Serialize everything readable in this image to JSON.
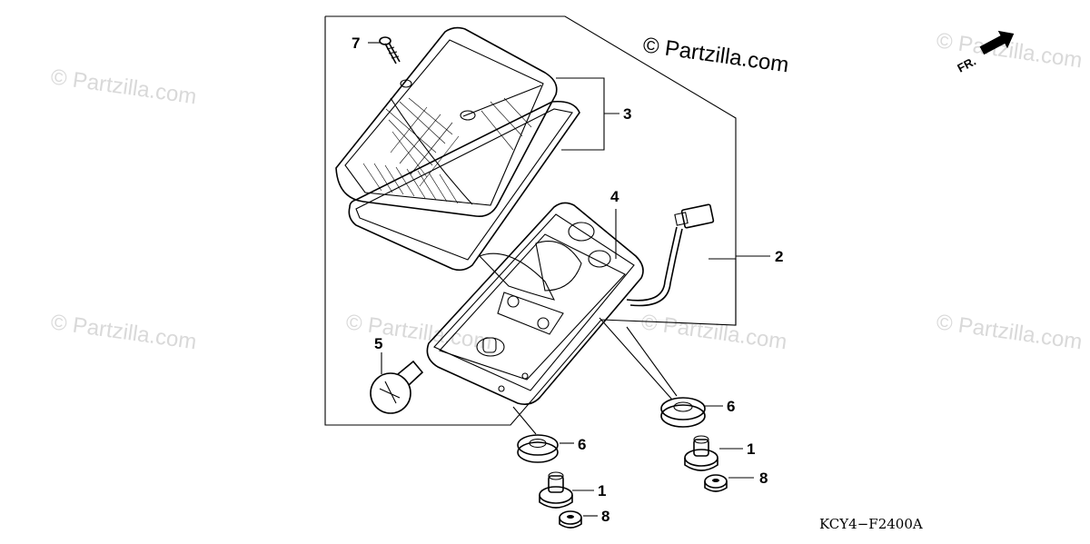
{
  "watermark": {
    "main": "© Partzilla.com",
    "faint": "© Partzilla.com"
  },
  "direction_marker": {
    "label": "FR."
  },
  "diagram_code": "KCY4−F2400A",
  "callouts": {
    "c1a": "1",
    "c1b": "1",
    "c2": "2",
    "c3": "3",
    "c4": "4",
    "c5": "5",
    "c6a": "6",
    "c6b": "6",
    "c7": "7",
    "c8a": "8",
    "c8b": "8"
  }
}
